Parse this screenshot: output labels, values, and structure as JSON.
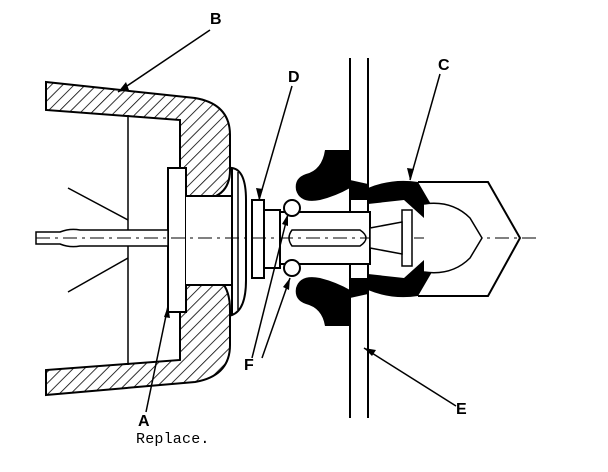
{
  "callouts": {
    "a": "A",
    "b": "B",
    "c": "C",
    "d": "D",
    "e": "E",
    "f": "F"
  },
  "notes": {
    "a_note": "Replace."
  },
  "colors": {
    "ink": "#000000",
    "paper": "#ffffff"
  }
}
